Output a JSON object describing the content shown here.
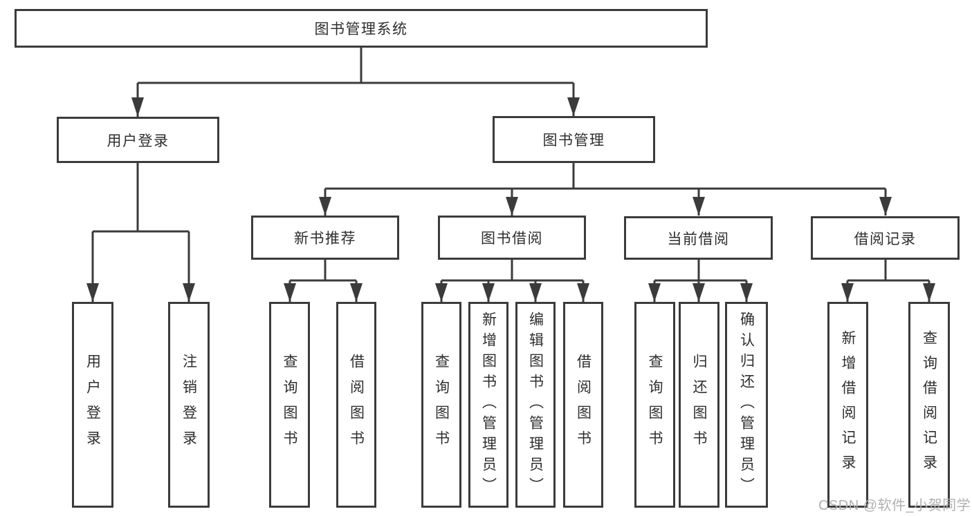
{
  "diagram": {
    "root": {
      "label": "图书管理系统"
    },
    "branches": [
      {
        "label": "用户登录",
        "children": [
          {
            "label": "用户登录"
          },
          {
            "label": "注销登录"
          }
        ]
      },
      {
        "label": "图书管理",
        "children": [
          {
            "label": "新书推荐",
            "children": [
              {
                "label": "查询图书"
              },
              {
                "label": "借阅图书"
              }
            ]
          },
          {
            "label": "图书借阅",
            "children": [
              {
                "label": "查询图书"
              },
              {
                "label": "新增图书（管理员）"
              },
              {
                "label": "编辑图书（管理员）"
              },
              {
                "label": "借阅图书"
              }
            ]
          },
          {
            "label": "当前借阅",
            "children": [
              {
                "label": "查询图书"
              },
              {
                "label": "归还图书"
              },
              {
                "label": "确认归还（管理员）"
              }
            ]
          },
          {
            "label": "借阅记录",
            "children": [
              {
                "label": "新增借阅记录"
              },
              {
                "label": "查询借阅记录"
              }
            ]
          }
        ]
      }
    ]
  },
  "watermark": {
    "text": "CSDN @软件_小贺同学"
  },
  "colors": {
    "line": "#3b3b3b",
    "node_border": "#3b3b3b",
    "node_text": "#2e2e2e",
    "watermark_text": "#b0b0b0",
    "background": "#ffffff"
  }
}
